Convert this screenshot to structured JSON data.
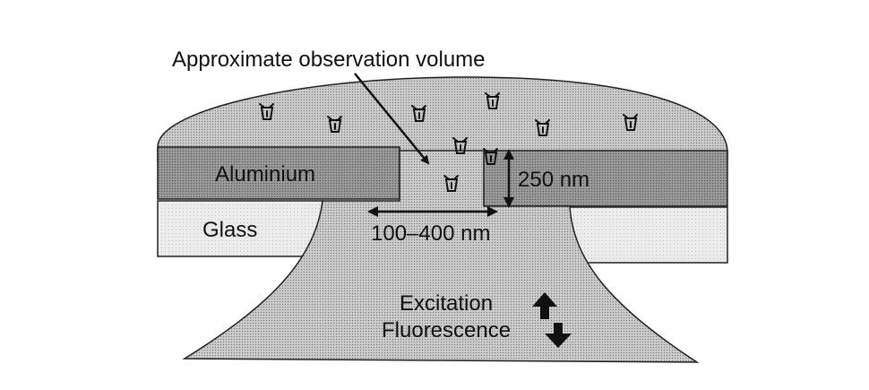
{
  "labels": {
    "observation": "Approximate observation volume",
    "aluminium": "Aluminium",
    "glass": "Glass",
    "depth": "250 nm",
    "width": "100–400 nm",
    "excitation": "Excitation",
    "fluorescence": "Fluorescence"
  },
  "colors": {
    "solution": "#b3b3b3",
    "aluminium": "#8c8c8c",
    "glass": "#e6e6e6",
    "ink": "#111111"
  },
  "molecules": {
    "count": 9,
    "icon": "fluorophore-molecule-icon"
  }
}
